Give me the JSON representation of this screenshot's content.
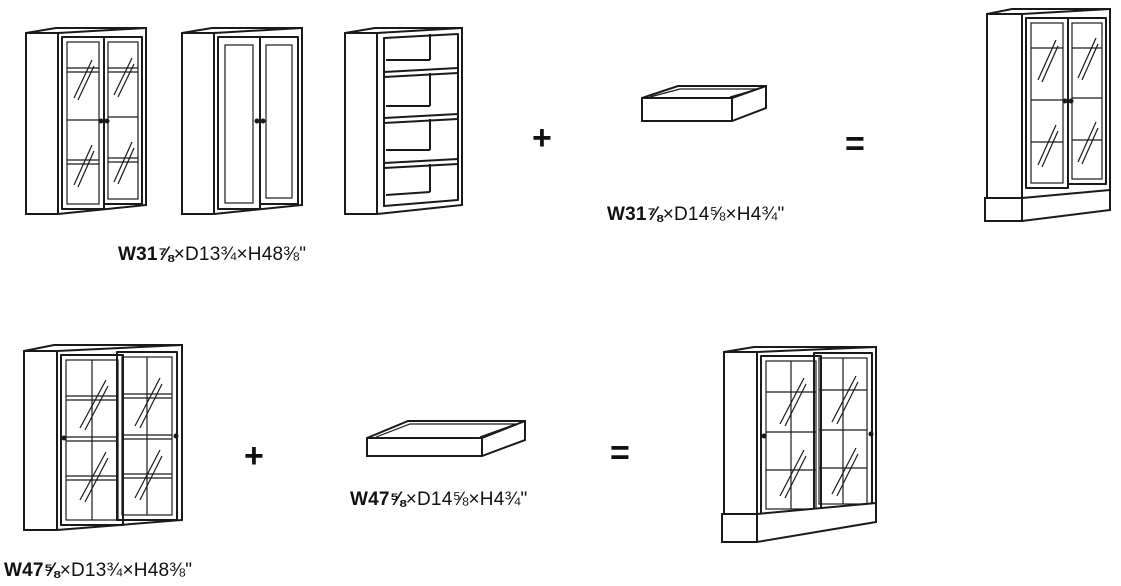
{
  "row1": {
    "cabinet_dims": {
      "bold": "W31⅞",
      "rest": "×D13¾×H48⅜\""
    },
    "plinth_dims": {
      "bold": "W31⅞",
      "rest": "×D14⅝×H4¾\""
    },
    "plus": "+",
    "equals": "="
  },
  "row2": {
    "cabinet_dims": {
      "bold": "W47⅝",
      "rest": "×D13¾×H48⅜\""
    },
    "plinth_dims": {
      "bold": "W47⅝",
      "rest": "×D14⅝×H4¾\""
    },
    "plus": "+",
    "equals": "="
  },
  "colors": {
    "line": "#1a1a1a",
    "background": "#ffffff"
  }
}
